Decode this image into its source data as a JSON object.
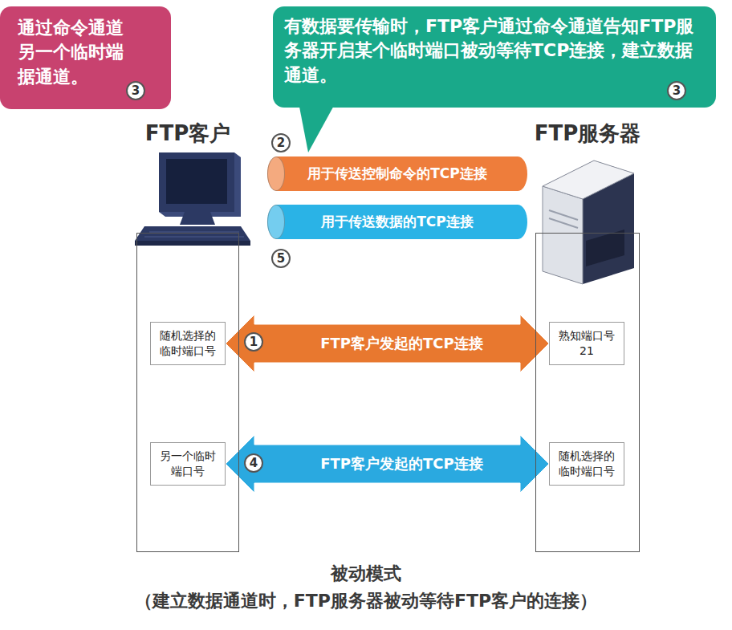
{
  "diagram": {
    "caption": "被动模式",
    "nodes": [
      {
        "text": [
          "通过命令通道 另一个临时端 据通道。"
        ]
      },
      {
        "text": [
          "有数据要传输时，FTP客户通过命令通道告知FTP服务器开启某个临时端口被动等待TCP连接，建立数据通道。"
        ]
      },
      {
        "text": [
          "FTP客户"
        ]
      },
      {
        "text": [
          "FTP服务器"
        ]
      },
      {
        "text": [
          "用于传送控制命令的TCP连接"
        ]
      },
      {
        "text": [
          "用于传送数据的TCP连接"
        ]
      },
      {
        "text": [
          "随机选择的临时端口号"
        ],
        "in": 2
      },
      {
        "text": [
          "熟知端口号 21"
        ],
        "in": 3
      },
      {
        "text": [
          "另一个临时端口号"
        ],
        "in": 2
      },
      {
        "text": [
          "随机选择的临时端口号"
        ],
        "in": 3
      }
    ],
    "edges": [
      {
        "from": 6,
        "to": 7,
        "arrow": "both",
        "label": "FTP客户发起的TCP连接"
      },
      {
        "from": 8,
        "to": 9,
        "arrow": "both",
        "label": "FTP客户发起的TCP连接"
      }
    ],
    "labels": [
      "3",
      "3",
      "2",
      "5",
      "1",
      "4",
      "（建立数据通道时，FTP服务器被动等待FTP客户的连接）"
    ]
  }
}
